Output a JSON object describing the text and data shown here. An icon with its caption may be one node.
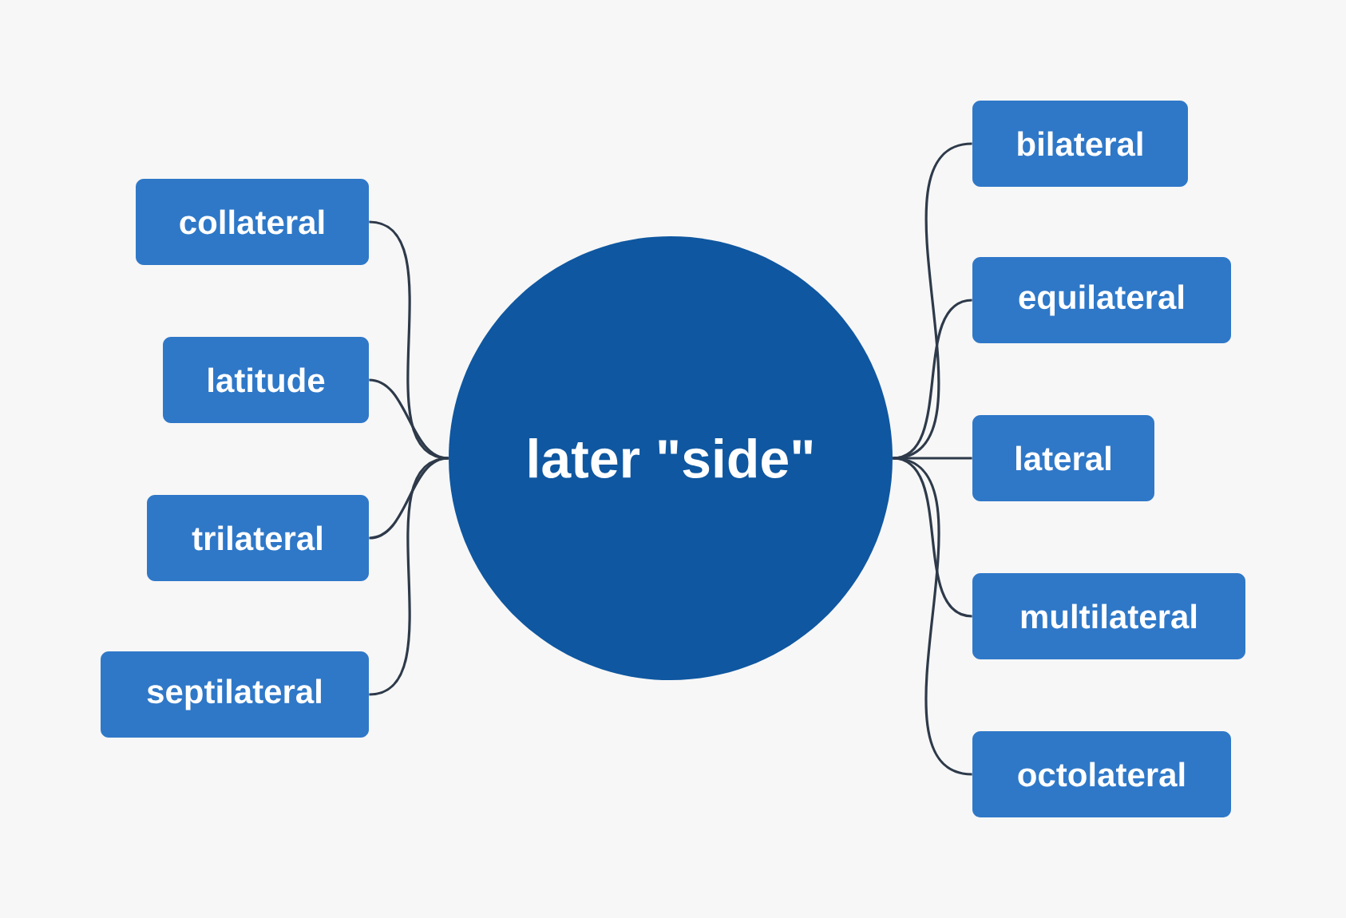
{
  "diagram": {
    "nodes": [
      {
        "text": [
          "later \"side\""
        ]
      },
      {
        "text": [
          "collateral"
        ]
      },
      {
        "text": [
          "latitude"
        ]
      },
      {
        "text": [
          "trilateral"
        ]
      },
      {
        "text": [
          "septilateral"
        ]
      },
      {
        "text": [
          "bilateral"
        ]
      },
      {
        "text": [
          "equilateral"
        ]
      },
      {
        "text": [
          "lateral"
        ]
      },
      {
        "text": [
          "multilateral"
        ]
      },
      {
        "text": [
          "octolateral"
        ]
      }
    ],
    "edges": [
      {
        "from": 0,
        "to": 1,
        "arrow": "none"
      },
      {
        "from": 0,
        "to": 2,
        "arrow": "none"
      },
      {
        "from": 0,
        "to": 3,
        "arrow": "none"
      },
      {
        "from": 0,
        "to": 4,
        "arrow": "none"
      },
      {
        "from": 0,
        "to": 5,
        "arrow": "none"
      },
      {
        "from": 0,
        "to": 6,
        "arrow": "none"
      },
      {
        "from": 0,
        "to": 7,
        "arrow": "none"
      },
      {
        "from": 0,
        "to": 8,
        "arrow": "none"
      },
      {
        "from": 0,
        "to": 9,
        "arrow": "none"
      }
    ]
  }
}
